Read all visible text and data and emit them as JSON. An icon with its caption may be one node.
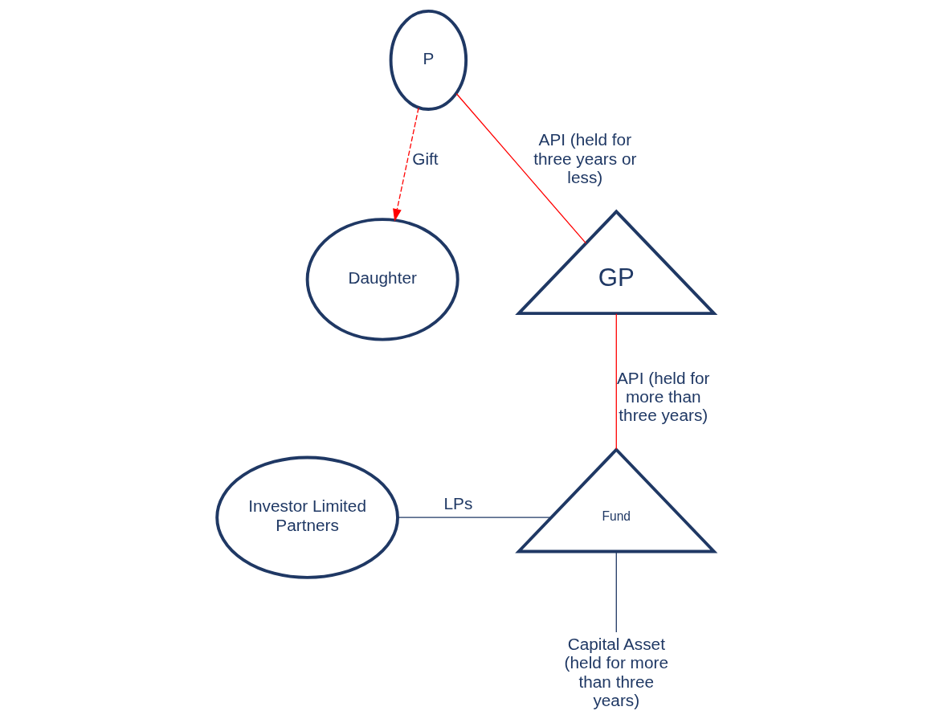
{
  "diagram": {
    "nodes": [
      {
        "text": [
          "P"
        ]
      },
      {
        "text": [
          "Daughter"
        ]
      },
      {
        "text": [
          "GP"
        ]
      },
      {
        "text": [
          "Investor Limited Partners"
        ]
      },
      {
        "text": [
          "Fund"
        ]
      },
      {
        "text": [
          "Capital Asset (held for more than three years)"
        ]
      }
    ],
    "edges": [
      {
        "from": 0,
        "to": 2,
        "arrow": "none",
        "label": "API (held for three years or less)",
        "color": "#ff0000"
      },
      {
        "from": 0,
        "to": 1,
        "arrow": "to",
        "label": "Gift",
        "style": "dashed",
        "color": "#ff0000"
      },
      {
        "from": 2,
        "to": 4,
        "arrow": "none",
        "label": "API (held for more than three years)",
        "color": "#ff0000"
      },
      {
        "from": 3,
        "to": 4,
        "arrow": "none",
        "label": "LPs",
        "color": "#1f3864"
      },
      {
        "from": 4,
        "to": 5,
        "arrow": "none",
        "color": "#1f3864"
      }
    ]
  }
}
